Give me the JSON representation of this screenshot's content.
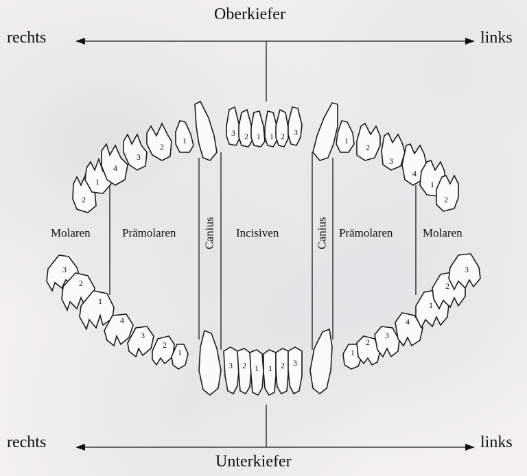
{
  "labels": {
    "top_title": "Oberkiefer",
    "bottom_title": "Unterkiefer",
    "right_top": "rechts",
    "left_top": "links",
    "right_bottom": "rechts",
    "left_bottom": "links",
    "molaren_r": "Molaren",
    "praemolaren_r": "Prämolaren",
    "canius_r": "Canius",
    "incisiven": "Incisiven",
    "canius_l": "Canius",
    "praemolaren_l": "Prämolaren",
    "molaren_l": "Molaren"
  },
  "colors": {
    "ink": "#111111",
    "tooth_fill": "#fbfbfb",
    "paper": "#f2f1f0"
  },
  "upper_numbers": {
    "right_molars": [
      "2",
      "1"
    ],
    "right_premolars": [
      "4",
      "3",
      "2",
      "1"
    ],
    "incisors": [
      "3",
      "2",
      "1",
      "1",
      "2",
      "3"
    ],
    "left_premolars": [
      "1",
      "2",
      "3",
      "4"
    ],
    "left_molars": [
      "1",
      "2"
    ]
  },
  "lower_numbers": {
    "right_molars": [
      "3",
      "2",
      "1"
    ],
    "right_premolars": [
      "4",
      "3",
      "2",
      "1"
    ],
    "incisors": [
      "3",
      "2",
      "1",
      "1",
      "2",
      "3"
    ],
    "left_premolars": [
      "1",
      "2",
      "3",
      "4"
    ],
    "left_molars": [
      "1",
      "2",
      "3"
    ]
  }
}
